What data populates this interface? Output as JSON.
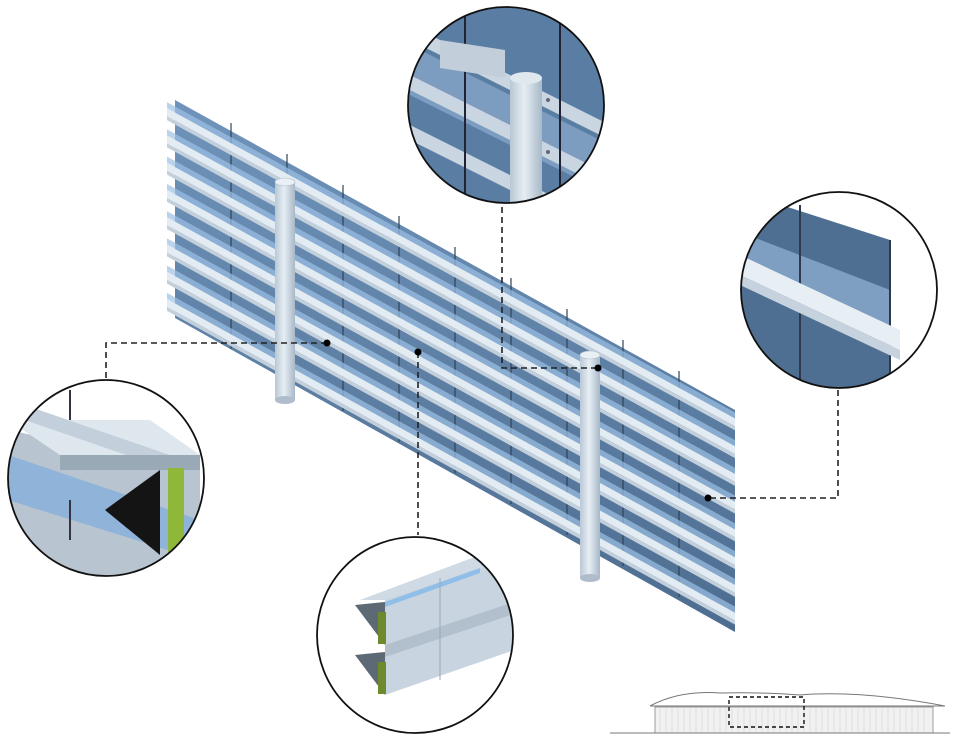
{
  "diagram": {
    "subject": "facade-fin-system",
    "colors": {
      "glass_dark": "#4f6f92",
      "glass_mid": "#6e8fb3",
      "glass_light": "#9cc0e6",
      "fin_top": "#e4ecf3",
      "fin_side": "#c3d0dc",
      "column": "#d6e0e8",
      "column_shade": "#aebccb",
      "insulation": "#8fb83a",
      "leader": "#222222",
      "circle_outline": "#111111"
    },
    "facade": {
      "fin_rows": 8,
      "columns": 2,
      "mullion_divisions": 10
    },
    "callouts": [
      {
        "id": "column-connection-detail",
        "target": "column-top"
      },
      {
        "id": "fin-end-detail",
        "target": "fin-right-end"
      },
      {
        "id": "fin-section-detail",
        "target": "fin-left"
      },
      {
        "id": "stacked-fin-detail",
        "target": "fin-middle"
      }
    ],
    "key_plan": {
      "subject": "building-elevation",
      "highlight": "dashed-box"
    }
  }
}
